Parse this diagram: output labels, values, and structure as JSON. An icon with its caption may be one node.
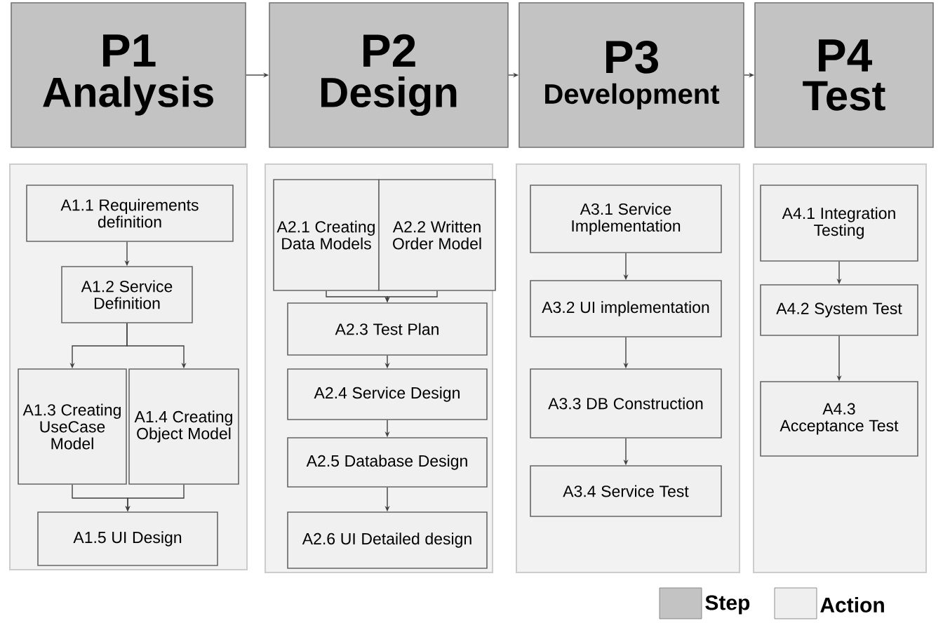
{
  "diagram": {
    "nodes": [
      {
        "text": [
          "P1",
          "Analysis"
        ]
      },
      {
        "text": [
          "P2",
          "Design"
        ]
      },
      {
        "text": [
          "P3",
          "Development"
        ]
      },
      {
        "text": [
          "P4",
          "Test"
        ]
      },
      {
        "text": [],
        "shape": "box"
      },
      {
        "text": [
          "A1.1 Requirements definition"
        ],
        "in": 4
      },
      {
        "text": [
          "A1.2 Service Definition"
        ],
        "in": 4
      },
      {
        "text": [
          "A1.3 Creating UseCase Model"
        ],
        "in": 4
      },
      {
        "text": [
          "A1.4 Creating Object Model"
        ],
        "in": 4
      },
      {
        "text": [
          "A1.5 UI Design"
        ],
        "in": 4
      },
      {
        "text": [],
        "shape": "box"
      },
      {
        "text": [
          "A2.1 Creating Data Models"
        ],
        "in": 10
      },
      {
        "text": [
          "A2.2 Written Order Model"
        ],
        "in": 10
      },
      {
        "text": [
          "A2.3 Test Plan"
        ],
        "in": 10
      },
      {
        "text": [
          "A2.4 Service Design"
        ],
        "in": 10
      },
      {
        "text": [
          "A2.5 Database Design"
        ],
        "in": 10
      },
      {
        "text": [
          "A2.6 UI Detailed design"
        ],
        "in": 10
      },
      {
        "text": [],
        "shape": "box"
      },
      {
        "text": [
          "A3.1 Service Implementation"
        ],
        "in": 17
      },
      {
        "text": [
          "A3.2 UI implementation"
        ],
        "in": 17
      },
      {
        "text": [
          "A3.3 DB Construction"
        ],
        "in": 17
      },
      {
        "text": [
          "A3.4 Service Test"
        ],
        "in": 17
      },
      {
        "text": [],
        "shape": "box"
      },
      {
        "text": [
          "A4.1 Integration Testing"
        ],
        "in": 22
      },
      {
        "text": [
          "A4.2 System Test"
        ],
        "in": 22
      },
      {
        "text": [
          "A4.3 Acceptance Test"
        ],
        "in": 22
      }
    ],
    "edges": [
      {
        "from": 0,
        "to": 1,
        "arrow": "to"
      },
      {
        "from": 1,
        "to": 2,
        "arrow": "to"
      },
      {
        "from": 2,
        "to": 3,
        "arrow": "to"
      },
      {
        "from": 5,
        "to": 6,
        "arrow": "to"
      },
      {
        "from": 6,
        "to": 7,
        "arrow": "to"
      },
      {
        "from": 6,
        "to": 8,
        "arrow": "to"
      },
      {
        "from": 7,
        "to": 9,
        "arrow": "to"
      },
      {
        "from": 8,
        "to": 9,
        "arrow": "to"
      },
      {
        "from": 11,
        "to": 13,
        "arrow": "to"
      },
      {
        "from": 12,
        "to": 13,
        "arrow": "to"
      },
      {
        "from": 13,
        "to": 14,
        "arrow": "to"
      },
      {
        "from": 14,
        "to": 15,
        "arrow": "to"
      },
      {
        "from": 15,
        "to": 16,
        "arrow": "to"
      },
      {
        "from": 18,
        "to": 19,
        "arrow": "to"
      },
      {
        "from": 19,
        "to": 20,
        "arrow": "to"
      },
      {
        "from": 20,
        "to": 21,
        "arrow": "to"
      },
      {
        "from": 23,
        "to": 24,
        "arrow": "to"
      },
      {
        "from": 24,
        "to": 25,
        "arrow": "to"
      }
    ],
    "legend": [
      {
        "text": "Step",
        "color": "#c3c3c3"
      },
      {
        "text": "Action",
        "color": "#efefef"
      }
    ]
  }
}
